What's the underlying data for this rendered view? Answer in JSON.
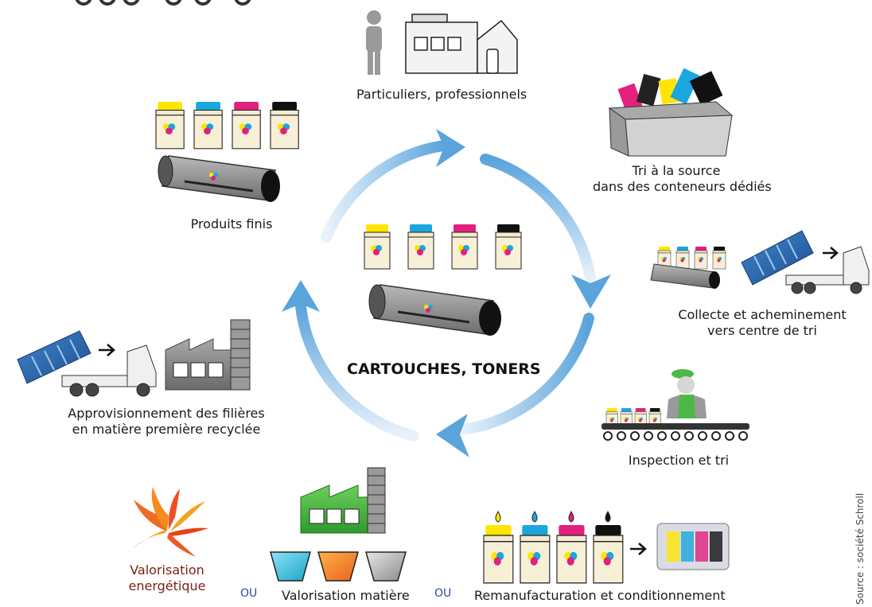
{
  "header_fragment": "ooo o o o",
  "center": {
    "title": "CARTOUCHES, TONERS"
  },
  "steps": {
    "particuliers": "Particuliers, professionnels",
    "tri_l1": "Tri à la source",
    "tri_l2": "dans des conteneurs dédiés",
    "collecte_l1": "Collecte et acheminement",
    "collecte_l2": "vers centre de tri",
    "inspection": "Inspection et tri",
    "remanufacturation": "Remanufacturation et conditionnement",
    "valorisation_matiere": "Valorisation matière",
    "valorisation_energetique_l1": "Valorisation",
    "valorisation_energetique_l2": "energétique",
    "appro_l1": "Approvisionnement des filières",
    "appro_l2": "en matière première recyclée",
    "produits_finis": "Produits finis"
  },
  "connectors": {
    "ou_1": "OU",
    "ou_2": "OU"
  },
  "source": "Source : société Schroll",
  "colors": {
    "cycle_arrow": "#5aa4dc",
    "cyan": "#1ba6dd",
    "magenta": "#e2207e",
    "yellow": "#ffe500",
    "black": "#111111",
    "container_blue": "#2f6fb5",
    "factory_green": "#4db848",
    "factory_gray": "#8c8c8c",
    "flame_orange": "#f06a21"
  },
  "icons": [
    "person-icon",
    "building-icon",
    "cartridge-icon",
    "toner-icon",
    "bin-icon",
    "truck-icon",
    "container-icon",
    "factory-icon",
    "chimney-icon",
    "worker-icon",
    "conveyor-icon",
    "ink-drop-icon",
    "blister-pack-icon",
    "flame-icon",
    "hopper-icon",
    "arrow-right-icon"
  ]
}
